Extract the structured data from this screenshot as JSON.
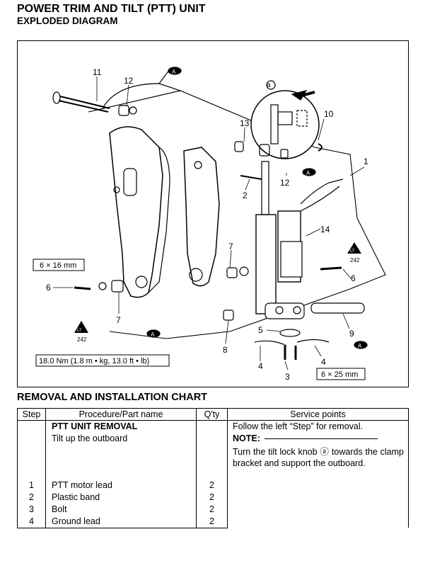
{
  "header": {
    "title": "POWER TRIM AND TILT (PTT) UNIT",
    "subtitle": "EXPLODED DIAGRAM"
  },
  "diagram": {
    "callouts": {
      "n11": "11",
      "n12a": "12",
      "n13": "13",
      "n10": "10",
      "n1": "1",
      "n12b": "12",
      "n2": "2",
      "n14": "14",
      "n7a": "7",
      "n6a": "6",
      "n6b": "6",
      "n7b": "7",
      "n8": "8",
      "n5": "5",
      "n9": "9",
      "n4a": "4",
      "n4b": "4",
      "n3": "3",
      "detail_a": "a",
      "sealant_a": "A"
    },
    "spec_bolt_left": "6 × 16 mm",
    "spec_bolt_bottom": "6 × 25 mm",
    "torque_spec": "18.0 Nm (1.8 m • kg, 13.0 ft • lb)",
    "loctite_label": "LT",
    "loctite_number": "242"
  },
  "chart": {
    "title": "REMOVAL AND INSTALLATION CHART",
    "columns": [
      "Step",
      "Procedure/Part name",
      "Q'ty",
      "Service points"
    ],
    "section_title": "PTT UNIT REMOVAL",
    "section_sub": "Tilt up the outboard",
    "service_intro": "Follow the left “Step” for removal.",
    "note_label": "NOTE:",
    "note_text": "Turn the tilt lock knob ⓐ towards the clamp bracket and support the outboard.",
    "rows": [
      {
        "step": "1",
        "part": "PTT motor lead",
        "qty": "2"
      },
      {
        "step": "2",
        "part": "Plastic band",
        "qty": "2"
      },
      {
        "step": "3",
        "part": "Bolt",
        "qty": "2"
      },
      {
        "step": "4",
        "part": "Ground lead",
        "qty": "2"
      }
    ]
  }
}
